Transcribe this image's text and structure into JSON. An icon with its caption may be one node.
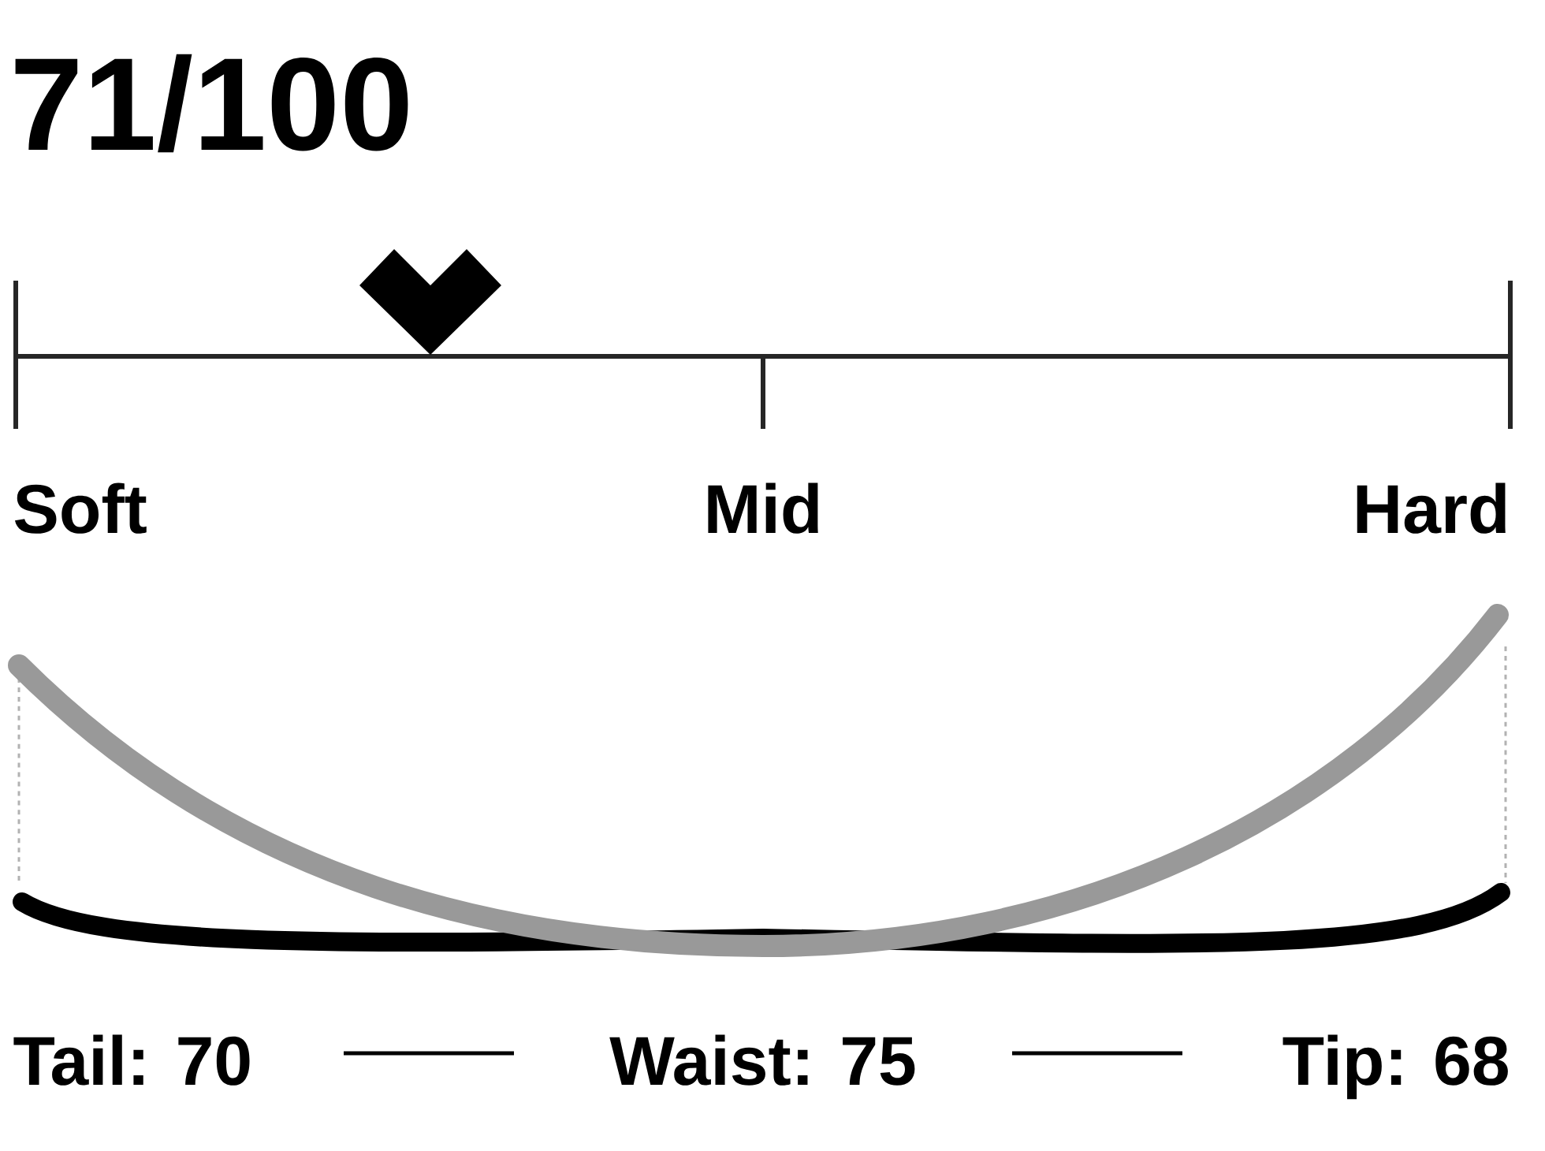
{
  "diagram": {
    "title": "71/100",
    "labels": [
      "Soft",
      "Mid",
      "Hard",
      "Tail: 70",
      "Waist: 75",
      "Tip: 68"
    ]
  }
}
